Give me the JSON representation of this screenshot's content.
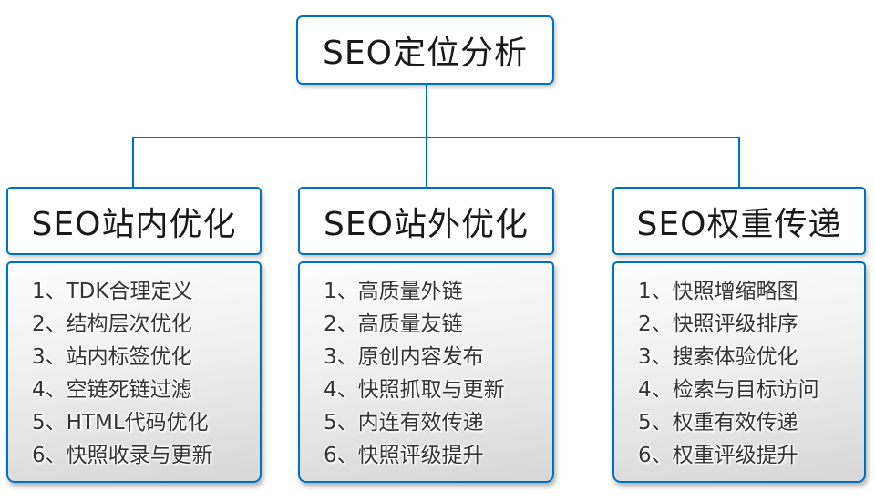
{
  "diagram": {
    "title": "SEO定位分析",
    "root": {
      "title": "SEO定位分析"
    },
    "branches": [
      {
        "title": "SEO站内优化",
        "items": [
          "1、TDK合理定义",
          "2、结构层次优化",
          "3、站内标签优化",
          "4、空链死链过滤",
          "5、HTML代码优化",
          "6、快照收录与更新"
        ]
      },
      {
        "title": "SEO站外优化",
        "items": [
          "1、高质量外链",
          "2、高质量友链",
          "3、原创内容发布",
          "4、快照抓取与更新",
          "5、内连有效传递",
          "6、快照评级提升"
        ]
      },
      {
        "title": "SEO权重传递",
        "items": [
          "1、快照增缩略图",
          "2、快照评级排序",
          "3、搜索体验优化",
          "4、检索与目标访问",
          "5、权重有效传递",
          "6、权重评级提升"
        ]
      }
    ],
    "colors": {
      "line": "#0070c0",
      "box_border": "#0070c0",
      "box_fill": "#ffffff",
      "panel_gradient_top": "#fdfdfd",
      "panel_gradient_bottom": "#d7d7d7",
      "text": "#333333"
    }
  }
}
